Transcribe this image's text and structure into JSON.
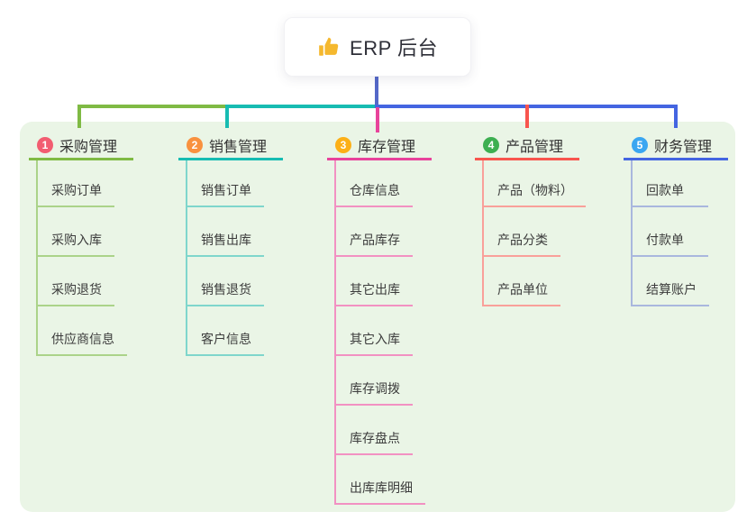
{
  "root": {
    "label": "ERP 后台",
    "icon": "thumbs-up-icon",
    "icon_color": "#f5b82e",
    "line_color": "#5468c8"
  },
  "panel": {
    "background": "#eaf5e6"
  },
  "branches": [
    {
      "num": "1",
      "title": "采购管理",
      "color": "#7fba44",
      "light": "#abd389",
      "badge": "#f25d71",
      "children": [
        "采购订单",
        "采购入库",
        "采购退货",
        "供应商信息"
      ]
    },
    {
      "num": "2",
      "title": "销售管理",
      "color": "#17bcb2",
      "light": "#7fd6cc",
      "badge": "#f9913f",
      "children": [
        "销售订单",
        "销售出库",
        "销售退货",
        "客户信息"
      ]
    },
    {
      "num": "3",
      "title": "库存管理",
      "color": "#e8439b",
      "light": "#f291c2",
      "badge": "#fcb017",
      "children": [
        "仓库信息",
        "产品库存",
        "其它出库",
        "其它入库",
        "库存调拨",
        "库存盘点",
        "出库库明细"
      ]
    },
    {
      "num": "4",
      "title": "产品管理",
      "color": "#f8554e",
      "light": "#f9a09a",
      "badge": "#3daf51",
      "children": [
        "产品（物料）",
        "产品分类",
        "产品单位"
      ]
    },
    {
      "num": "5",
      "title": "财务管理",
      "color": "#4465e1",
      "light": "#a9b7de",
      "badge": "#3aa6f1",
      "children": [
        "回款单",
        "付款单",
        "结算账户"
      ]
    }
  ]
}
